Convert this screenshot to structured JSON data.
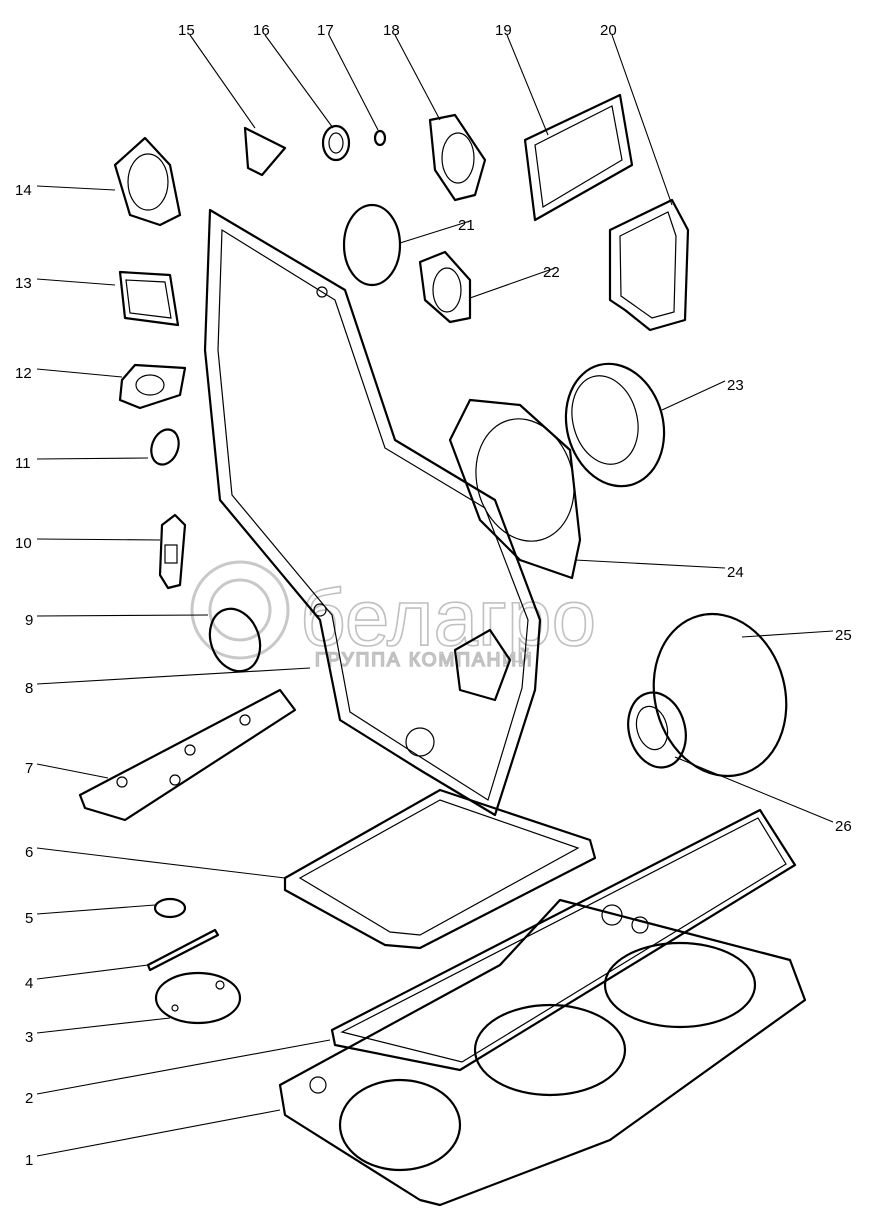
{
  "diagram": {
    "title": "Gasket set exploded view",
    "callouts": [
      "1",
      "2",
      "3",
      "4",
      "5",
      "6",
      "7",
      "8",
      "9",
      "10",
      "11",
      "12",
      "13",
      "14",
      "15",
      "16",
      "17",
      "18",
      "19",
      "20",
      "21",
      "22",
      "23",
      "24",
      "25",
      "26"
    ]
  },
  "watermark": {
    "brand": "белагро",
    "tagline": "ГРУППА КОМПАНИЙ"
  }
}
